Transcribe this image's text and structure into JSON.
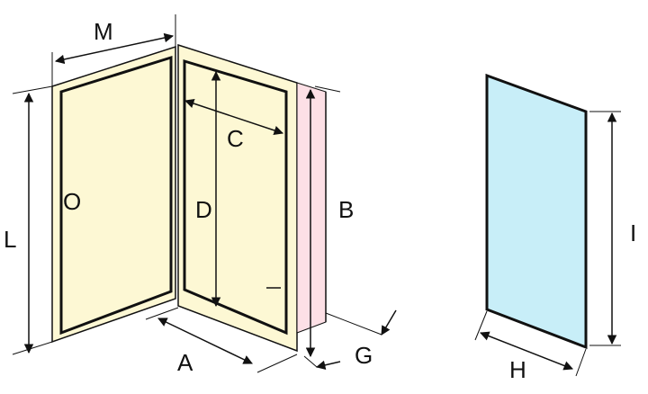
{
  "colors": {
    "door_fill": "#fdf8d4",
    "door_stroke": "#111111",
    "side_panel_fill": "#fde0e6",
    "panel_fill": "#c8eef8",
    "line": "#111111"
  },
  "labels": {
    "M": "M",
    "L": "L",
    "C": "C",
    "D": "D",
    "B": "B",
    "A": "A",
    "G": "G",
    "H": "H",
    "I": "I"
  },
  "door_knob_glyph": "O"
}
